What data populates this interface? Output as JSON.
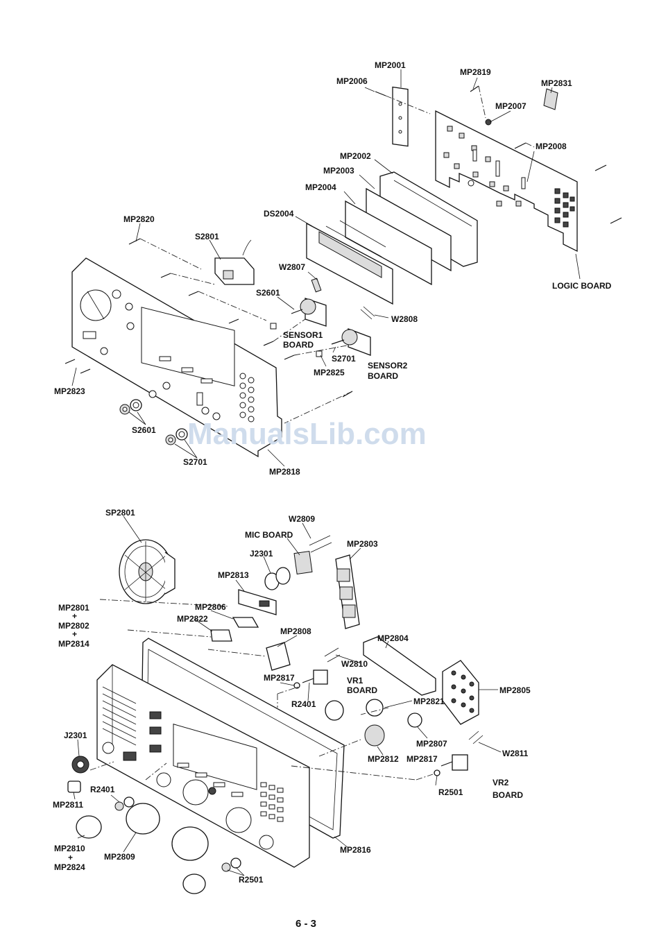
{
  "watermark": "ManualsLib.com",
  "page_number": "6 - 3",
  "labels": {
    "mp2001": "MP2001",
    "mp2006": "MP2006",
    "mp2819": "MP2819",
    "mp2831": "MP2831",
    "mp2007": "MP2007",
    "mp2008": "MP2008",
    "mp2002": "MP2002",
    "mp2003": "MP2003",
    "mp2004": "MP2004",
    "ds2004": "DS2004",
    "mp2820": "MP2820",
    "s2801": "S2801",
    "w2807": "W2807",
    "s2601_top": "S2601",
    "logic_board": "LOGIC BOARD",
    "w2808": "W2808",
    "sensor1_a": "SENSOR1",
    "sensor1_b": "BOARD",
    "s2701_top": "S2701",
    "mp2825": "MP2825",
    "sensor2_a": "SENSOR2",
    "sensor2_b": "BOARD",
    "mp2823": "MP2823",
    "s2601_bot": "S2601",
    "s2701_bot": "S2701",
    "mp2818": "MP2818",
    "sp2801": "SP2801",
    "w2809": "W2809",
    "mic_board": "MIC BOARD",
    "mp2803": "MP2803",
    "j2301_top": "J2301",
    "mp2813": "MP2813",
    "mp2801": "MP2801",
    "plus1": "+",
    "mp2802": "MP2802",
    "plus2": "+",
    "mp2814": "MP2814",
    "mp2806": "MP2806",
    "mp2822": "MP2822",
    "mp2808": "MP2808",
    "mp2804": "MP2804",
    "w2810": "W2810",
    "mp2817_a": "MP2817",
    "vr1_a": "VR1",
    "vr1_b": "BOARD",
    "mp2805": "MP2805",
    "r2401_a": "R2401",
    "mp2821": "MP2821",
    "mp2807": "MP2807",
    "j2301_bot": "J2301",
    "w2811": "W2811",
    "mp2812": "MP2812",
    "mp2817_b": "MP2817",
    "mp2811": "MP2811",
    "r2401_b": "R2401",
    "r2501_a": "R2501",
    "vr2_a": "VR2",
    "vr2_b": "BOARD",
    "mp2810": "MP2810",
    "plus3": "+",
    "mp2824": "MP2824",
    "mp2809": "MP2809",
    "mp2816": "MP2816",
    "r2501_b": "R2501"
  }
}
